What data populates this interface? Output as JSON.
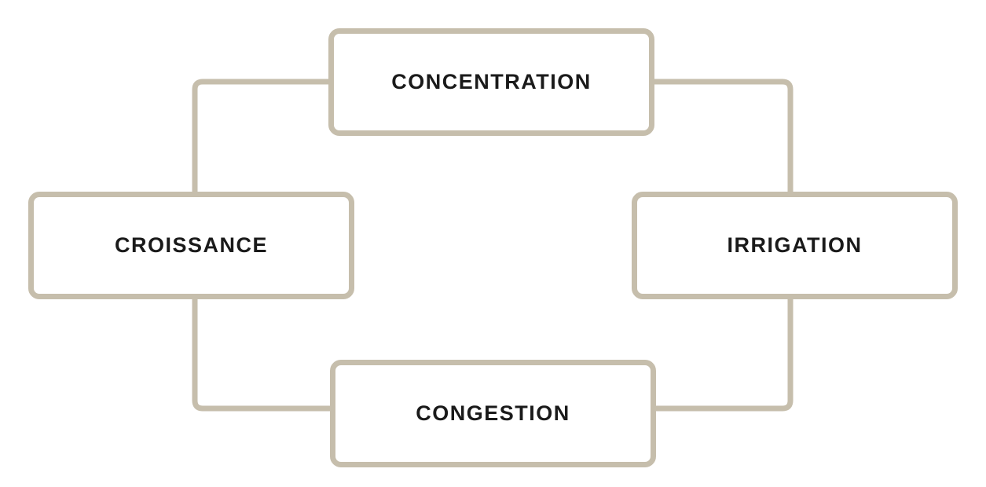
{
  "diagram": {
    "background_color": "#ffffff",
    "line_color": "#c6beac",
    "text_color": "#1a1a1a",
    "nodes": [
      {
        "id": "concentration",
        "label": "CONCENTRATION",
        "position": "top"
      },
      {
        "id": "croissance",
        "label": "CROISSANCE",
        "position": "left"
      },
      {
        "id": "irrigation",
        "label": "IRRIGATION",
        "position": "right"
      },
      {
        "id": "congestion",
        "label": "CONGESTION",
        "position": "bottom"
      }
    ],
    "connections": [
      {
        "from": "concentration",
        "to": "croissance"
      },
      {
        "from": "concentration",
        "to": "irrigation"
      },
      {
        "from": "croissance",
        "to": "congestion"
      },
      {
        "from": "irrigation",
        "to": "congestion"
      }
    ]
  }
}
